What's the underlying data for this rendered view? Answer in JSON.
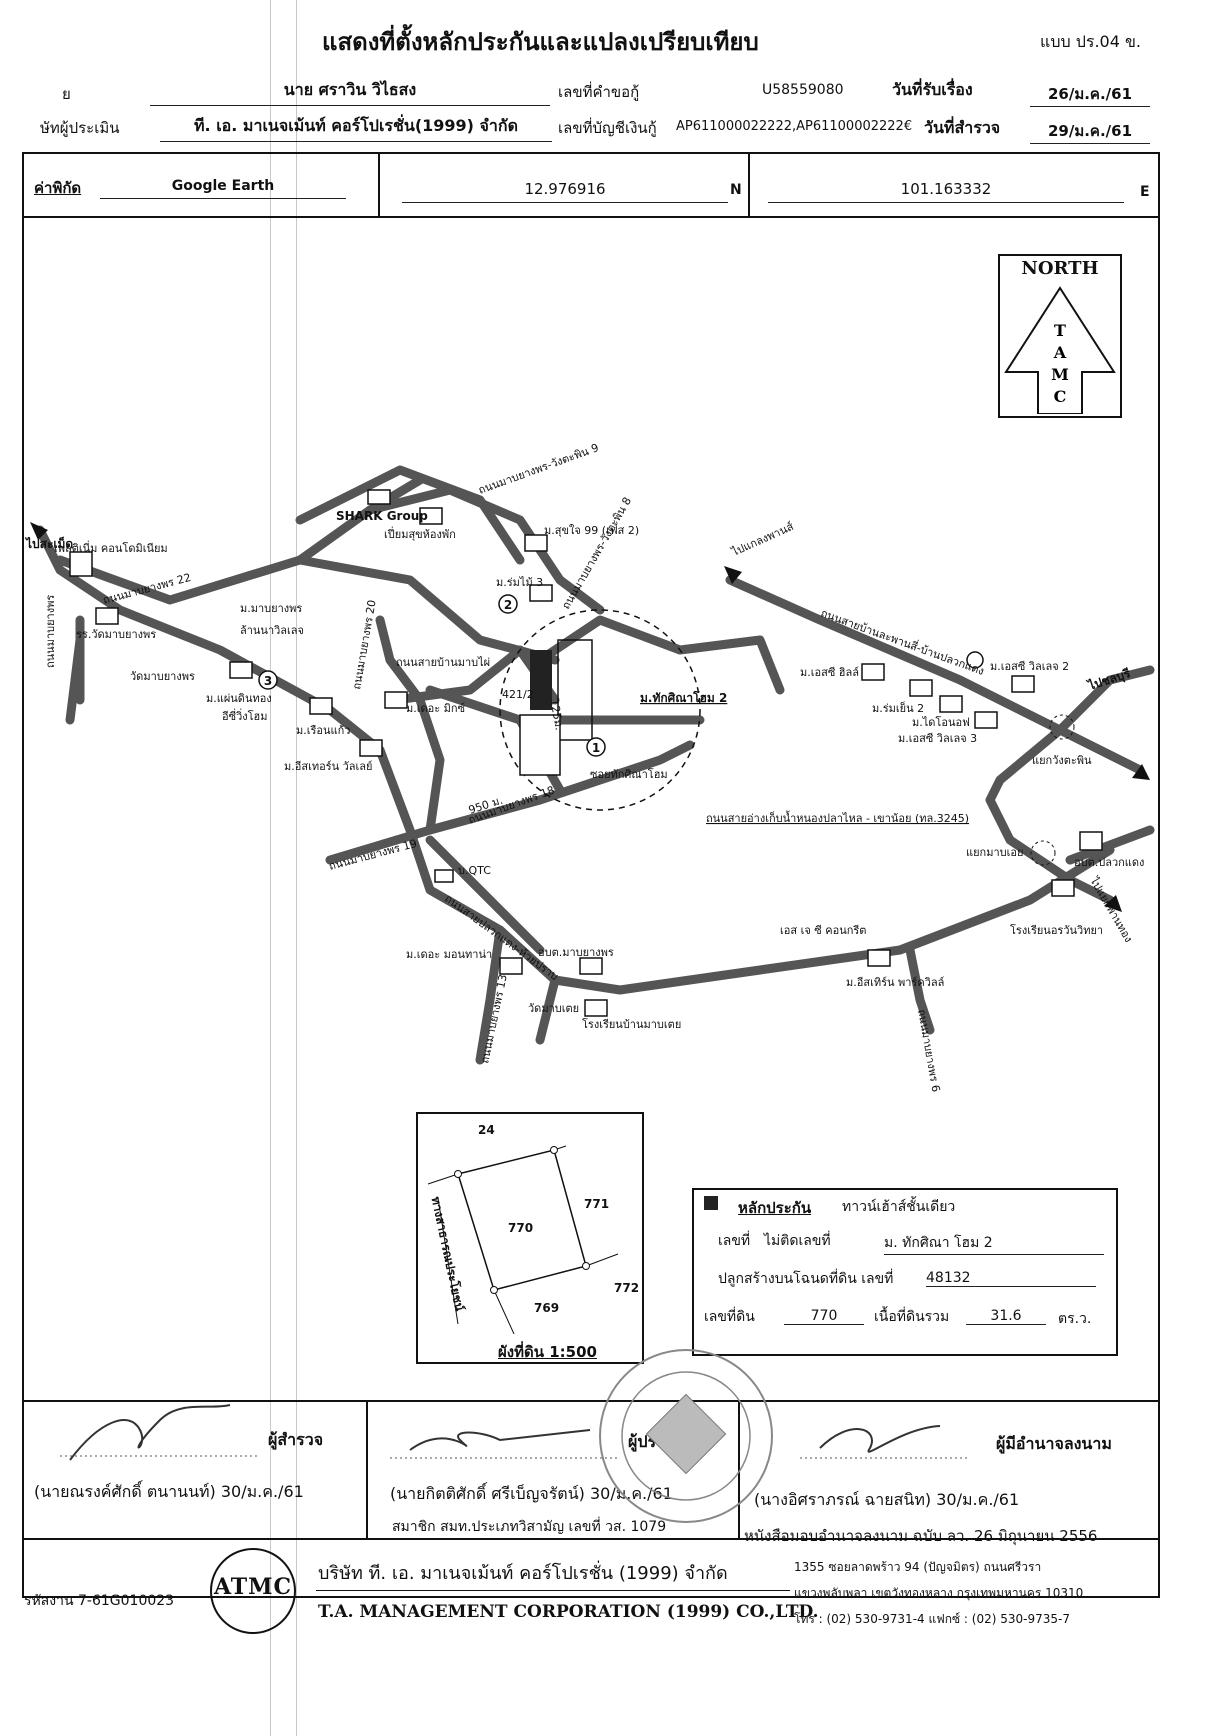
{
  "title": "แสดงที่ตั้งหลักประกันและแปลงเปรียบเทียบ",
  "form_code": "แบบ ปร.04 ข.",
  "header": {
    "row1_label": "ย",
    "borrower": "นาย ศราวิน วิไธสง",
    "request_no_label": "เลขที่คำขอกู้",
    "request_no": "U58559080",
    "received_label": "วันที่รับเรื่อง",
    "received_date": "26/ม.ค./61",
    "row2_label": "ษัทผู้ประเมิน",
    "company": "ที. เอ. มาเนจเม้นท์ คอร์โปเรชั่น(1999) จำกัด",
    "account_label": "เลขที่บัญชีเงินกู้",
    "account_no": "AP611000022222,AP61100002222€",
    "survey_label": "วันที่สำรวจ",
    "survey_date": "29/ม.ค./61"
  },
  "coords": {
    "label": "ค่าพิกัด",
    "source": "Google Earth",
    "lat": "12.976916",
    "lat_dir": "N",
    "lon": "101.163332",
    "lon_dir": "E"
  },
  "north": {
    "label": "NORTH",
    "letters": [
      "T",
      "A",
      "M",
      "C"
    ]
  },
  "map_labels": {
    "shark": "SHARK Group",
    "pian_suk": "เปี่ยมสุขห้องพัก",
    "suk_jai": "ม.สุขใจ 99 (เฟส 2)",
    "rom_mai": "ม.ร่มไม้ 3",
    "plus": "เพลติเนี่ม คอนโดมิเนียม",
    "to_rayong": "ไปสะเม็ด",
    "school_wat": "รร.วัดมาบยางพร",
    "wat": "วัดมาบยางพร",
    "mabyang": "ม.มาบยางพร",
    "lanna": "ล้านนาวิลเลจ",
    "paen_din": "ม.แผ่นดินทอง",
    "easy_home": "อีซี่วิ่งโฮม",
    "ruen_kaew": "ม.เรือนแก้ว",
    "eastern_valley": "ม.อีสเทอร์น วัลเลย์",
    "the_mix": "ม.เดอะ มิกซ์",
    "road_bannai": "ถนนสายบ้านมาบไผ่",
    "target_name": "ม.ทักศิณาโฮม 2",
    "house_no": "421/2",
    "dist_125": "125ม.",
    "dist_950": "950 ม.",
    "project_sign": "ซอยทักศิณาโฮม",
    "to_chachoengsao": "ไปแกลงพานส์",
    "road_ban_phan": "ถนนสายบ้านละพานสี่-บ้านปลวกแดง",
    "easy_hills": "ม.เอสซี ฮิลล์",
    "easy_village2": "ม.เอสซี วิลเลจ 2",
    "rom_yen": "ม.ร่มเย็น 2",
    "dlife": "ม.ไดโอนอฟ",
    "easy_village3": "ม.เอสซี วิลเลจ 3",
    "to_chonburi": "ไปชลบุรี",
    "intersection": "แยกวังตะพิน",
    "road_3245": "ถนนสายอ่างเก็บน้ำหนองปลาไหล - เขาน้อย (ทล.3245)",
    "pluak_daeng_junction": "แยกมาบเอย",
    "obt_pluakdaeng": "อบต.ปลวกแดง",
    "to_pattaya": "ไปแยกพานทอง",
    "school_orawan": "โรงเรียนอรวันวิทยา",
    "qtc": "บ.QTC",
    "road_pluakdaeng": "ถนนสายปลวกแดง-ห้วยปราบ",
    "the_mountain": "ม.เดอะ มอนทาน่า",
    "obt_mab": "อบต.มาบยางพร",
    "wat_mab": "วัดมาบเตย",
    "school_mab": "โรงเรียนบ้านมาบเตย",
    "sj_concrete": "เอส เจ ซี คอนกรีต",
    "eastern_park": "ม.อีสเทิร์น พาร์ควิลล์",
    "road_22": "ถนนมาบยางพร 22",
    "road_20": "ถนนมาบยางพร 20",
    "road_18": "ถนนมาบยางพร 18",
    "road_19": "ถนนมาบยางพร 19",
    "road_9": "ถนนมาบยางพร-วังตะพิน 9",
    "road_13": "ถนนมาบยางพร 13",
    "road_6": "ถนนมาบยางพร 6",
    "road_west": "ถนนมาบยางพร",
    "road_vtk": "ถนนมาบยางพร-วังตะพิน 8",
    "num1": "1",
    "num2": "2",
    "num3": "3"
  },
  "plot_map": {
    "n24": "24",
    "n770": "770",
    "n771": "771",
    "n772": "772",
    "n769": "769",
    "road": "ทางสาธารณประโยชน์",
    "caption": "ผังที่ดิน 1:500"
  },
  "collateral": {
    "title": "หลักประกัน",
    "type": "ทาวน์เฮ้าส์ชั้นเดียว",
    "no_label": "เลขที่",
    "no_value": "ไม่ติดเลขที่",
    "project": "ม. ทักศิณา โฮม 2",
    "deed_label": "ปลูกสร้างบนโฉนดที่ดิน เลขที่",
    "deed_no": "48132",
    "land_no_label": "เลขที่ดิน",
    "land_no": "770",
    "area_label": "เนื้อที่ดินรวม",
    "area": "31.6",
    "area_unit": "ตร.ว."
  },
  "signatures": {
    "surveyor_role": "ผู้สำรวจ",
    "surveyor_name": "(นายณรงค์ศักดิ์ ตนานนท์) 30/ม.ค./61",
    "appraiser_role": "ผู้ประเมิน",
    "appraiser_name": "(นายกิตติศักดิ์ ศรีเบ็ญจรัตน์) 30/ม.ค./61",
    "appraiser_member": "สมาชิก สมท.ประเภทวิสามัญ เลขที่ วส. 1079",
    "authority_role": "ผู้มีอำนาจลงนาม",
    "authority_name": "(นางอิศราภรณ์ ฉายสนิท) 30/ม.ค./61",
    "authority_letter": "หนังสือมอบอำนาจลงนาม ฉบับ ลว. 26 มิถุนายน 2556"
  },
  "footer": {
    "code": "รหัสงาน 7-61G010023",
    "logo_text": "ATMC",
    "company_th": "บริษัท ที. เอ. มาเนจเม้นท์ คอร์โปเรชั่น (1999) จำกัด",
    "company_en": "T.A. MANAGEMENT CORPORATION (1999) CO.,LTD.",
    "addr1": "1355 ซอยลาดพร้าว 94 (ปัญจมิตร) ถนนศรีวรา",
    "addr2": "แขวงพลับพลา เขตวังทองหลาง กรุงเทพมหานคร 10310",
    "phone": "โทร : (02) 530-9731-4 แฟกซ์ : (02) 530-9735-7"
  },
  "colors": {
    "ink": "#111111",
    "road": "#555555",
    "paper": "#ffffff"
  }
}
